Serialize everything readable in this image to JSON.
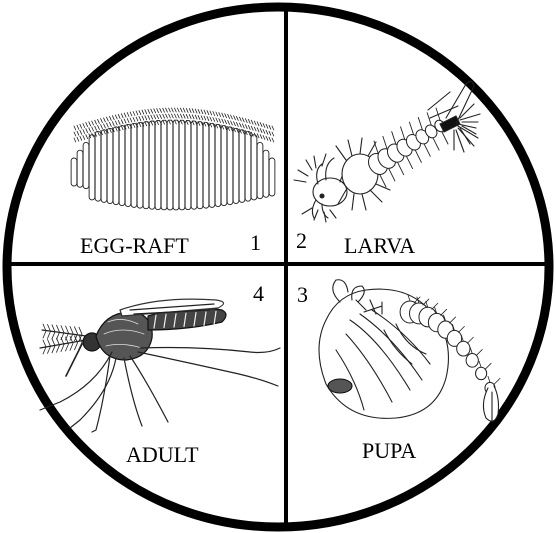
{
  "stages": [
    {
      "label": "EGG-RAFT",
      "number": "1",
      "icon": "egg-raft-icon"
    },
    {
      "label": "LARVA",
      "number": "2",
      "icon": "larva-icon"
    },
    {
      "label": "PUPA",
      "number": "3",
      "icon": "pupa-icon"
    },
    {
      "label": "ADULT",
      "number": "4",
      "icon": "mosquito-icon"
    }
  ],
  "colors": {
    "ink": "#000000",
    "background": "#ffffff"
  }
}
